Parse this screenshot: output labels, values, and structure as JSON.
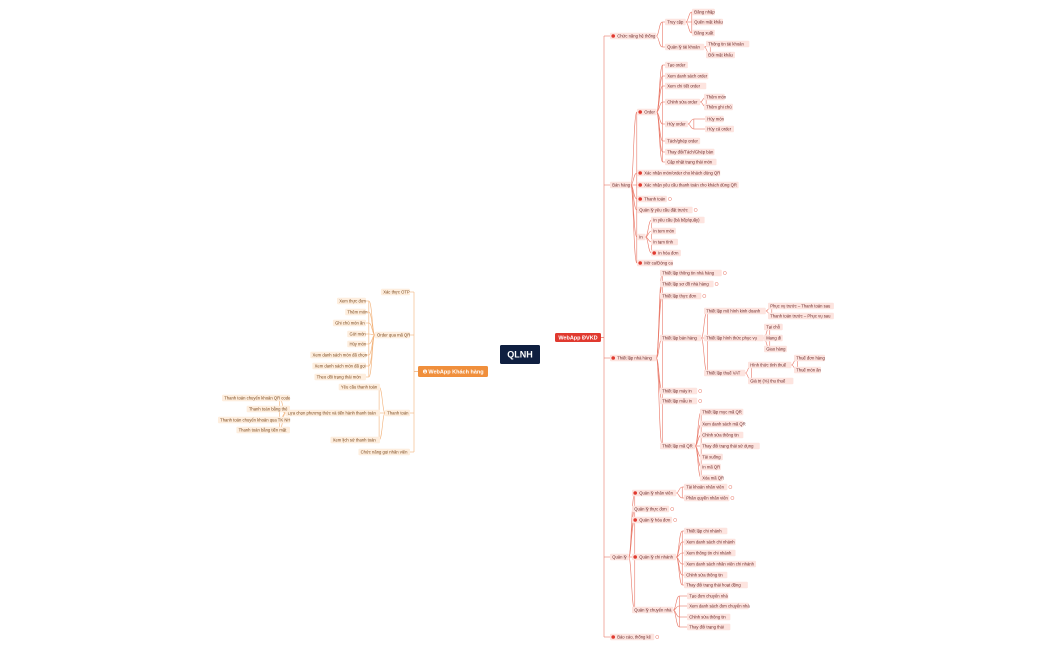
{
  "colors": {
    "root_bg": "#0f1f40",
    "right_main_bg": "#e0392f",
    "left_main_bg": "#f08f3c",
    "right_line": "#e97a6a",
    "left_line": "#f2b27a",
    "right_pill": "#fde4df",
    "left_pill": "#feeede",
    "badge": "#e0392f"
  },
  "root": {
    "label": "QLNH"
  },
  "right": {
    "label": "WebApp ĐVKD",
    "children": [
      {
        "label": "Chức năng hệ thống",
        "badge": true,
        "children": [
          {
            "label": "Truy cập",
            "children": [
              {
                "label": "Đăng nhập"
              },
              {
                "label": "Quên mật khẩu"
              },
              {
                "label": "Đăng xuất"
              }
            ]
          },
          {
            "label": "Quản lý tài khoản",
            "children": [
              {
                "label": "Thông tin tài khoản"
              },
              {
                "label": "Đổi mật khẩu"
              }
            ]
          }
        ]
      },
      {
        "label": "Bán hàng",
        "children": [
          {
            "label": "Order",
            "badge": true,
            "children": [
              {
                "label": "Tạo order"
              },
              {
                "label": "Xem danh sách order"
              },
              {
                "label": "Xem chi tiết order"
              },
              {
                "label": "Chỉnh sửa order",
                "children": [
                  {
                    "label": "Thêm món"
                  },
                  {
                    "label": "Thêm ghi chú"
                  }
                ]
              },
              {
                "label": "Hủy order",
                "children": [
                  {
                    "label": "Hủy món"
                  },
                  {
                    "label": "Hủy cả order"
                  }
                ]
              },
              {
                "label": "Tách/ghép order"
              },
              {
                "label": "Thay đổi/Tách/Ghép bàn"
              },
              {
                "label": "Cập nhật trạng thái món"
              }
            ]
          },
          {
            "label": "Xác nhận món/order cho khách dùng QR",
            "badge": true
          },
          {
            "label": "Xác nhận yêu cầu thanh toán cho khách dùng QR",
            "badge": true
          },
          {
            "label": "Thanh toán",
            "badge": true,
            "collapsed": true
          },
          {
            "label": "Quản lý yêu cầu đặt trước",
            "collapsed": true
          },
          {
            "label": "In",
            "children": [
              {
                "label": "In yêu cầu (bả bếp/quầy)"
              },
              {
                "label": "In tem món"
              },
              {
                "label": "In tạm tính"
              },
              {
                "label": "In hóa đơn",
                "badge": true
              }
            ]
          },
          {
            "label": "Mở ca/Đóng ca",
            "badge": true
          }
        ]
      },
      {
        "label": "Thiết lập nhà hàng",
        "badge": true,
        "children": [
          {
            "label": "Thiết lập thông tin nhà hàng",
            "collapsed": true
          },
          {
            "label": "Thiết lập sơ đồ nhà hàng",
            "collapsed": true
          },
          {
            "label": "Thiết lập thực đơn",
            "collapsed": true
          },
          {
            "label": "Thiết lập bán hàng",
            "children": [
              {
                "label": "Thiết lập mô hình kinh doanh",
                "children": [
                  {
                    "label": "Phục vụ trước – Thanh toán sau"
                  },
                  {
                    "label": "Thanh toán trước – Phục vụ sau"
                  }
                ]
              },
              {
                "label": "Thiết lập hình thức phục vụ",
                "children": [
                  {
                    "label": "Tại chỗ"
                  },
                  {
                    "label": "Mang đi"
                  },
                  {
                    "label": "Giao hàng"
                  }
                ]
              },
              {
                "label": "Thiết lập thuế VAT",
                "children": [
                  {
                    "label": "Hình thức tính thuế",
                    "children": [
                      {
                        "label": "Thuế đơn hàng"
                      },
                      {
                        "label": "Thuế món ăn"
                      }
                    ]
                  },
                  {
                    "label": "Giá trị (%) thu thuế"
                  }
                ]
              }
            ]
          },
          {
            "label": "Thiết lập máy in",
            "collapsed": true
          },
          {
            "label": "Thiết lập mẫu in",
            "collapsed": true
          },
          {
            "label": "Thiết lập mã QR",
            "children": [
              {
                "label": "Thiết lập mục mã QR"
              },
              {
                "label": "Xem danh sách mã QR"
              },
              {
                "label": "Chỉnh sửa thông tin"
              },
              {
                "label": "Thay đổi trạng thái sử dụng"
              },
              {
                "label": "Tải xuống"
              },
              {
                "label": "In mã QR"
              },
              {
                "label": "Xóa mã QR"
              }
            ]
          }
        ]
      },
      {
        "label": "Quản lý",
        "children": [
          {
            "label": "Quản lý nhân viên",
            "badge": true,
            "children": [
              {
                "label": "Tài khoản nhân viên",
                "collapsed": true
              },
              {
                "label": "Phân quyền nhân viên",
                "collapsed": true
              }
            ]
          },
          {
            "label": "Quản lý thực đơn",
            "collapsed": true
          },
          {
            "label": "Quản lý hóa đơn",
            "badge": true,
            "collapsed": true
          },
          {
            "label": "Quản lý chi nhánh",
            "badge": true,
            "children": [
              {
                "label": "Thiết lập chi nhánh"
              },
              {
                "label": "Xem danh sách chi nhánh"
              },
              {
                "label": "Xem thông tin chi nhánh"
              },
              {
                "label": "Xem danh sách nhân viên chi nhánh"
              },
              {
                "label": "Chỉnh sửa thông tin"
              },
              {
                "label": "Thay đổi trạng thái hoạt động"
              }
            ]
          },
          {
            "label": "Quản lý chuyển nhà",
            "children": [
              {
                "label": "Tạo đơn chuyển nhà"
              },
              {
                "label": "Xem danh sách đơn chuyển nhà"
              },
              {
                "label": "Chỉnh sửa thông tin"
              },
              {
                "label": "Thay đổi trạng thái"
              }
            ]
          }
        ]
      },
      {
        "label": "Báo cáo, thống kê",
        "badge": true,
        "collapsed": true
      }
    ]
  },
  "left": {
    "label": "WebApp Khách hàng",
    "children": [
      {
        "label": "Xác thực OTP"
      },
      {
        "label": "Order qua mã QR",
        "children": [
          {
            "label": "Xem thực đơn"
          },
          {
            "label": "Thêm món"
          },
          {
            "label": "Ghi chú món ăn"
          },
          {
            "label": "Gửi món"
          },
          {
            "label": "Hủy món"
          },
          {
            "label": "Xem danh sách món đã chọn"
          },
          {
            "label": "Xem danh sách món đã gọi"
          },
          {
            "label": "Theo dõi trạng thái món"
          }
        ]
      },
      {
        "label": "Thanh toán",
        "children": [
          {
            "label": "Yêu cầu thanh toán"
          },
          {
            "label": "Lựa chọn phương thức và tiến hành thanh toán",
            "children": [
              {
                "label": "Thanh toán chuyển khoản QR code"
              },
              {
                "label": "Thanh toán bằng thẻ"
              },
              {
                "label": "Thanh toán chuyển khoản qua TK NH"
              },
              {
                "label": "Thanh toán bằng tiền mặt"
              }
            ]
          },
          {
            "label": "Xem lịch sử thanh toán"
          }
        ]
      },
      {
        "label": "Chức năng gọi nhân viên"
      }
    ]
  }
}
